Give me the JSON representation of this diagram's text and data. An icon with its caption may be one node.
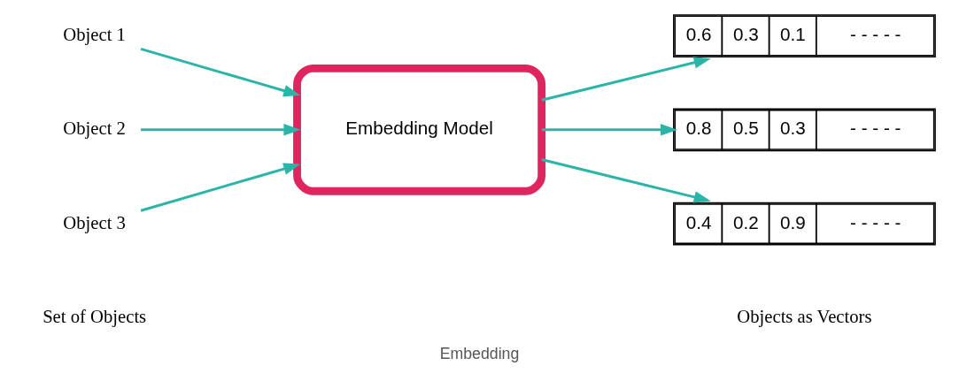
{
  "diagram": {
    "caption": "Embedding",
    "nodes": [
      {
        "text": [
          "Object 1"
        ]
      },
      {
        "text": [
          "Object 2"
        ]
      },
      {
        "text": [
          "Object 3"
        ]
      },
      {
        "text": [
          "Embedding Model"
        ]
      },
      {
        "text": [
          "0.6",
          "0.3",
          "0.1",
          "- - - - -"
        ]
      },
      {
        "text": [
          "0.8",
          "0.5",
          "0.3",
          "- - - - -"
        ]
      },
      {
        "text": [
          "0.4",
          "0.2",
          "0.9",
          "- - - - -"
        ]
      }
    ],
    "edges": [
      {
        "from": 0,
        "to": 3,
        "arrow": "to"
      },
      {
        "from": 1,
        "to": 3,
        "arrow": "to"
      },
      {
        "from": 2,
        "to": 3,
        "arrow": "to"
      },
      {
        "from": 3,
        "to": 4,
        "arrow": "to"
      },
      {
        "from": 3,
        "to": 5,
        "arrow": "to"
      },
      {
        "from": 3,
        "to": 6,
        "arrow": "to"
      }
    ],
    "labels": [
      "Set of Objects",
      "Objects as Vectors"
    ]
  }
}
